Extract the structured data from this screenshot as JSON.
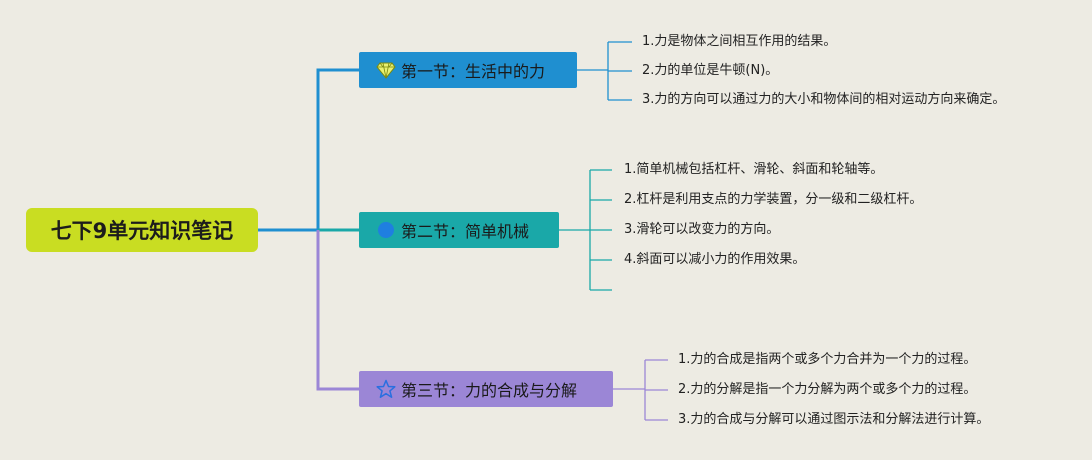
{
  "root": {
    "title": "七下9单元知识笔记"
  },
  "sections": [
    {
      "title": "第一节：生活中的力",
      "icon": "diamond-icon",
      "color": "#1f8fd0",
      "items": [
        "1.力是物体之间相互作用的结果。",
        "2.力的单位是牛顿(N)。",
        "3.力的方向可以通过力的大小和物体间的相对运动方向来确定。"
      ]
    },
    {
      "title": "第二节：简单机械",
      "icon": "circle-icon",
      "color": "#1aa8a8",
      "items": [
        "1.简单机械包括杠杆、滑轮、斜面和轮轴等。",
        "2.杠杆是利用支点的力学装置，分一级和二级杠杆。",
        "3.滑轮可以改变力的方向。",
        "4.斜面可以减小力的作用效果。"
      ]
    },
    {
      "title": "第三节：力的合成与分解",
      "icon": "star-icon",
      "color": "#9b86d6",
      "items": [
        "1.力的合成是指两个或多个力合并为一个力的过程。",
        "2.力的分解是指一个力分解为两个或多个力的过程。",
        "3.力的合成与分解可以通过图示法和分解法进行计算。"
      ]
    }
  ]
}
